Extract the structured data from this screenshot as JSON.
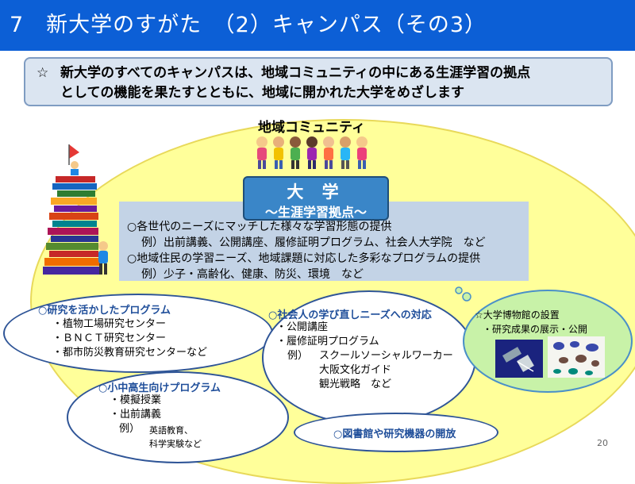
{
  "title": "7　新大学のすがた　（2）キャンパス（その3）",
  "notice": {
    "star": "☆",
    "line1": "新大学のすべてのキャンパスは、地域コミュニティの中にある生涯学習の拠点",
    "line2": "としての機能を果たすとともに、地域に開かれた大学をめざします"
  },
  "community_label": "地域コミュニティ",
  "university": {
    "title": "大 学",
    "subtitle": "～生涯学習拠点～"
  },
  "learning_forms": [
    "○各世代のニーズにマッチした様々な学習形態の提供",
    "例）出前講義、公開講座、履修証明プログラム、社会人大学院　など",
    "○地域住民の学習ニーズ、地域課題に対応した多彩なプログラムの提供",
    "例）少子・高齢化、健康、防災、環境　など"
  ],
  "research_programs": {
    "heading": "○研究を活かしたプログラム",
    "items": [
      "・植物工場研究センター",
      "・ＢＮＣＴ研究センター",
      "・都市防災教育研究センターなど"
    ]
  },
  "adult_relearning": {
    "heading": "○社会人の学び直しニーズへの対応",
    "items": [
      "・公開講座",
      "・履修証明プログラム"
    ],
    "example_label": "例）",
    "examples": [
      "スクールソーシャルワーカー",
      "大阪文化ガイド",
      "観光戦略　など"
    ]
  },
  "school_programs": {
    "heading": "○小中高生向けプログラム",
    "items": [
      "・模擬授業",
      "・出前講義"
    ],
    "example_label": "例）",
    "examples": [
      "英語教育、",
      "科学実験など"
    ]
  },
  "library": {
    "heading": "○図書館や研究機器の開放"
  },
  "museum": {
    "heading": "☆大学博物館の設置",
    "item": "・研究成果の展示・公開"
  },
  "page_number": "20",
  "colors": {
    "title_bar": "#0c5fd6",
    "community": "#ffff9a",
    "university": "#3a86c8",
    "bubble_border": "#2f5597"
  }
}
